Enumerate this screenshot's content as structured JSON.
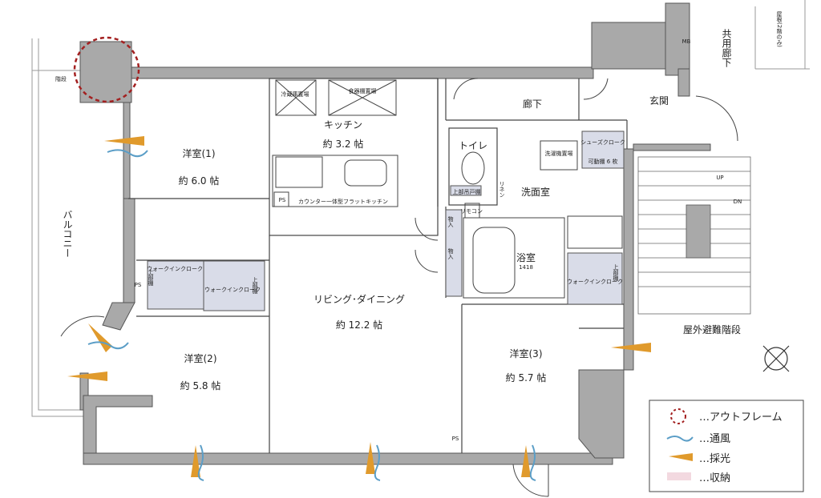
{
  "rooms": {
    "western1": {
      "name": "洋室(1)",
      "area": "約 6.0 帖"
    },
    "western2": {
      "name": "洋室(2)",
      "area": "約 5.8 帖"
    },
    "western3": {
      "name": "洋室(3)",
      "area": "約 5.7 帖"
    },
    "kitchen": {
      "name": "キッチン",
      "area": "約 3.2 帖"
    },
    "living": {
      "name": "リビング･ダイニング",
      "area": "約 12.2 帖"
    },
    "hallway": "廊下",
    "entrance": "玄関",
    "toilet": "トイレ",
    "washroom": "洗面室",
    "bath": {
      "name": "浴室",
      "size": "1418"
    },
    "balcony": "バルコニー",
    "common_corridor": "共用廊下",
    "evacuation_stairs": "屋外避難階段"
  },
  "fixtures": {
    "fridge": "冷蔵庫置場",
    "food_storage": "食器棚置場",
    "counter": "カウンター一体型フラットキッチン",
    "laundry": "洗濯機置場",
    "shoe_closet": "シューズクローク",
    "shoe_shelf": "可動棚 6 枚",
    "upper_shelf_wc": "上部吊戸棚",
    "remote": "リモコン",
    "linen": "リネン",
    "storage": "物入",
    "upper_shelf": "上部棚",
    "walkin1": "ウォークインクローク",
    "walkin2": "ウォークインクローク",
    "walkin3": "ウォークインクローク",
    "ps": "PS",
    "mb": "MB",
    "stair_up": "UP",
    "stair_dn": "DN",
    "stair_label": "階段",
    "roof_note": "屋根(2階のみ)"
  },
  "legend": {
    "outframe": "…アウトフレーム",
    "ventilation": "…通風",
    "lighting": "…採光",
    "storage": "…収納"
  },
  "colors": {
    "wall": "#a9a9a9",
    "storage": "#d9dce8",
    "outframe": "#a32020",
    "wind": "#5b9ec7",
    "light": "#e09a2c"
  }
}
